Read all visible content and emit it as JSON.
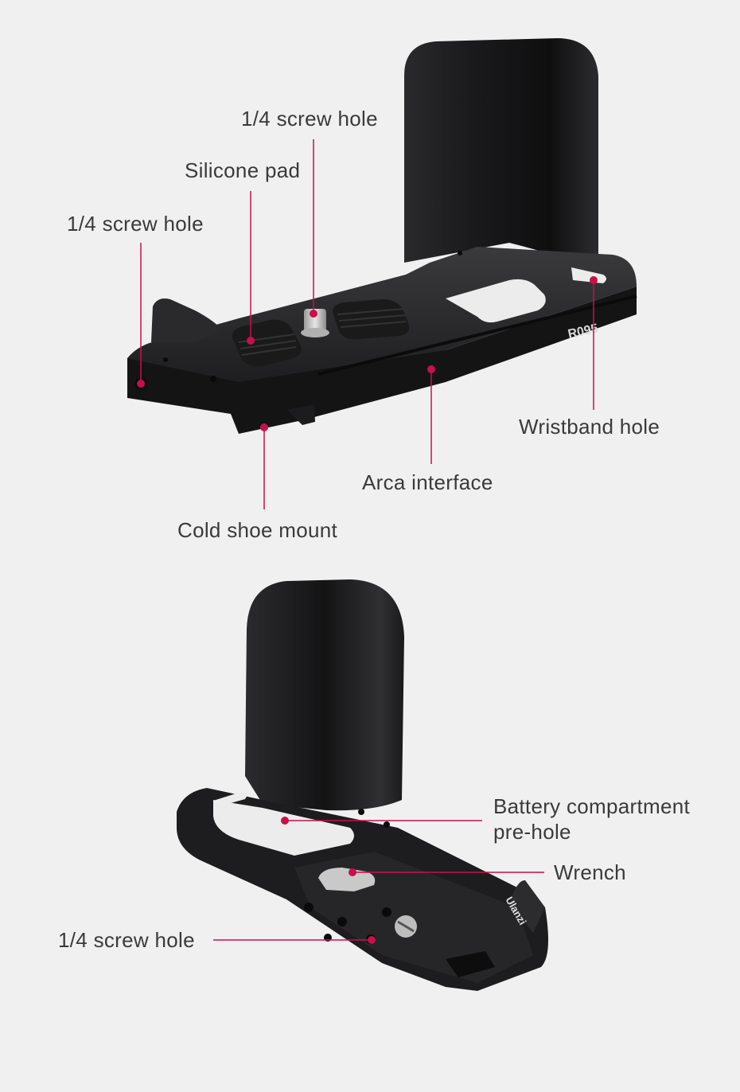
{
  "top_view": {
    "model_marking": "R095",
    "callouts": {
      "top_screw_hole": "1/4 screw hole",
      "silicone_pad": "Silicone pad",
      "side_screw_hole": "1/4 screw hole",
      "wristband_hole": "Wristband hole",
      "arca_interface": "Arca interface",
      "cold_shoe_mount": "Cold shoe mount"
    }
  },
  "bottom_view": {
    "brand_marking": "Ulanzi",
    "callouts": {
      "battery_line1": "Battery compartment",
      "battery_line2": "pre-hole",
      "wrench": "Wrench",
      "bottom_screw_hole": "1/4 screw hole"
    }
  },
  "colors": {
    "background": "#f0f0f0",
    "accent": "#c8104a",
    "product": "#1b1b1d",
    "label_text": "#3a3a3a"
  }
}
